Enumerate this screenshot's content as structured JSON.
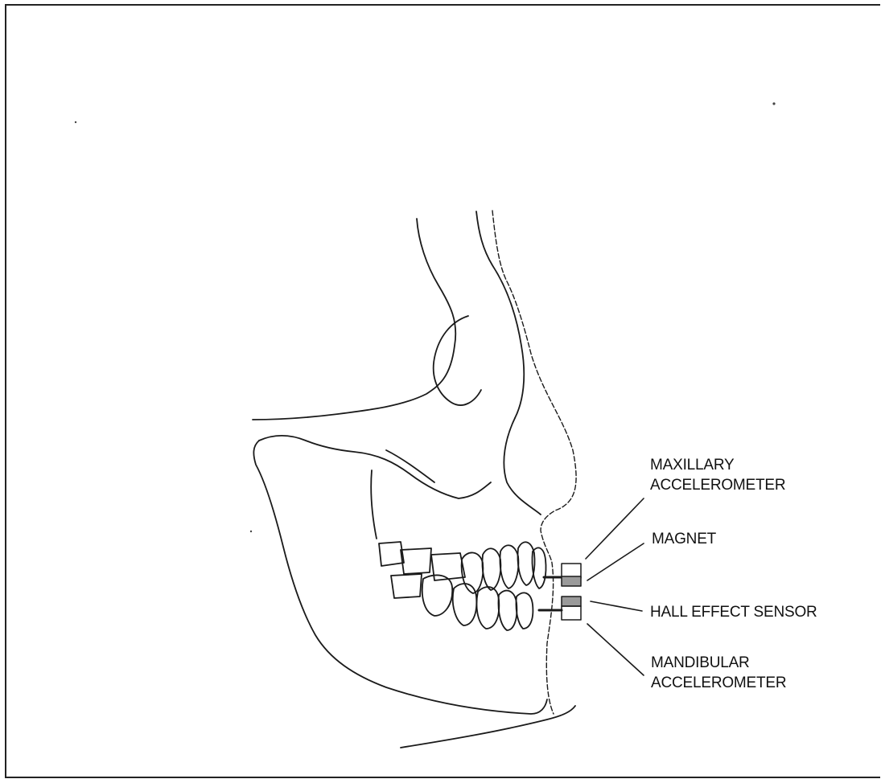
{
  "labels": {
    "maxillary_accelerometer": {
      "line1": "MAXILLARY",
      "line2": "ACCELEROMETER"
    },
    "magnet": "MAGNET",
    "hall_effect_sensor": "HALL EFFECT SENSOR",
    "mandibular_accelerometer": {
      "line1": "MANDIBULAR",
      "line2": "ACCELEROMETER"
    }
  }
}
